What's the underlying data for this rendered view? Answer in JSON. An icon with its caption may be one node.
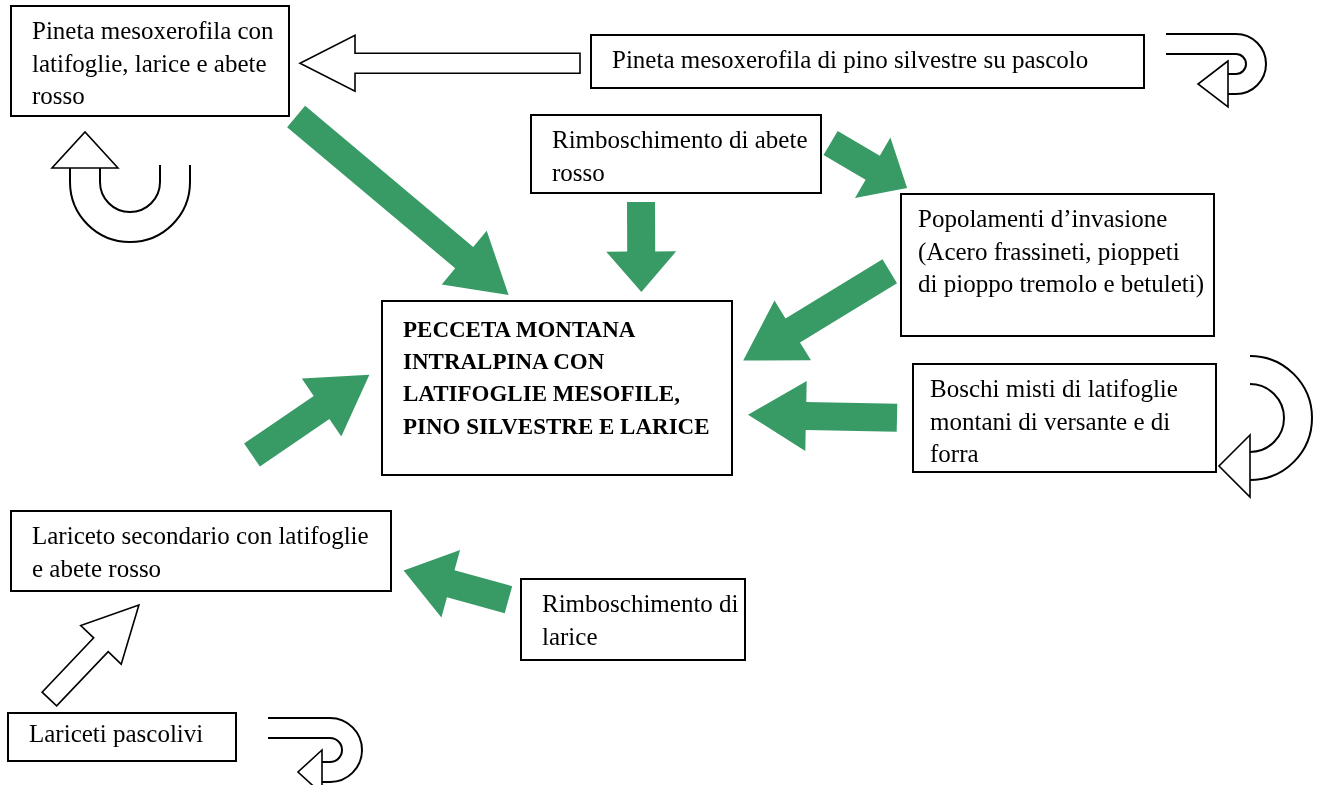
{
  "diagram": {
    "nodes": [
      {
        "text": [
          "Pineta mesoxerofila con latifoglie, larice e abete rosso"
        ]
      },
      {
        "text": [
          "Pineta mesoxerofila di pino silvestre su pascolo"
        ]
      },
      {
        "text": [
          "Rimboschimento di abete rosso"
        ]
      },
      {
        "text": [
          "Popolamenti d’invasione (Acero frassineti, pioppeti di pioppo tremolo e betuleti)"
        ]
      },
      {
        "text": [
          "PECCETA MONTANA INTRALPINA CON LATIFOGLIE MESOFILE, PINO SILVESTRE E LARICE"
        ]
      },
      {
        "text": [
          "Boschi misti di latifoglie montani di versante e di forra"
        ]
      },
      {
        "text": [
          "Lariceto secondario con latifoglie e abete rosso"
        ]
      },
      {
        "text": [
          "Rimboschimento di larice"
        ]
      },
      {
        "text": [
          "Lariceti pascolivi"
        ]
      }
    ],
    "edges": [
      {
        "from": 1,
        "to": 0,
        "arrow": "to"
      },
      {
        "from": 0,
        "to": 4,
        "arrow": "to",
        "style": "thick",
        "color": "#389b66"
      },
      {
        "from": 2,
        "to": 4,
        "arrow": "to",
        "style": "thick",
        "color": "#389b66"
      },
      {
        "from": 2,
        "to": 3,
        "arrow": "to",
        "style": "thick",
        "color": "#389b66"
      },
      {
        "from": 3,
        "to": 4,
        "arrow": "to",
        "style": "thick",
        "color": "#389b66"
      },
      {
        "from": 5,
        "to": 4,
        "arrow": "to",
        "style": "thick",
        "color": "#389b66"
      },
      {
        "from": null,
        "to": 4,
        "arrow": "to",
        "style": "thick",
        "color": "#389b66"
      },
      {
        "from": 7,
        "to": 6,
        "arrow": "to",
        "style": "thick",
        "color": "#389b66"
      },
      {
        "from": 8,
        "to": 6,
        "arrow": "to"
      }
    ]
  }
}
